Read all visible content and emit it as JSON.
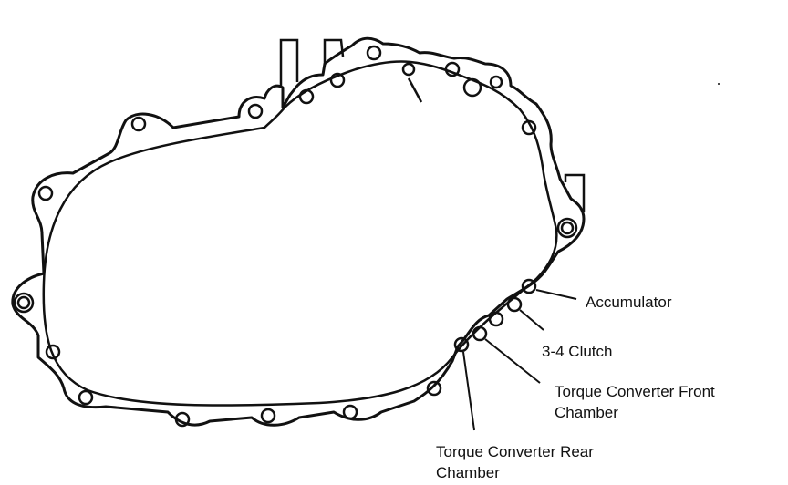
{
  "labels": {
    "accumulator": "Accumulator",
    "clutch_3_4": "3-4 Clutch",
    "tc_front": "Torque Converter Front Chamber",
    "tc_front_line1": "Torque Converter Front",
    "tc_front_line2": "Chamber",
    "tc_rear": "Torque Converter Rear Chamber",
    "tc_rear_line1": "Torque Converter Rear",
    "tc_rear_line2": "Chamber"
  },
  "colors": {
    "line": "#111111",
    "background": "#ffffff"
  }
}
